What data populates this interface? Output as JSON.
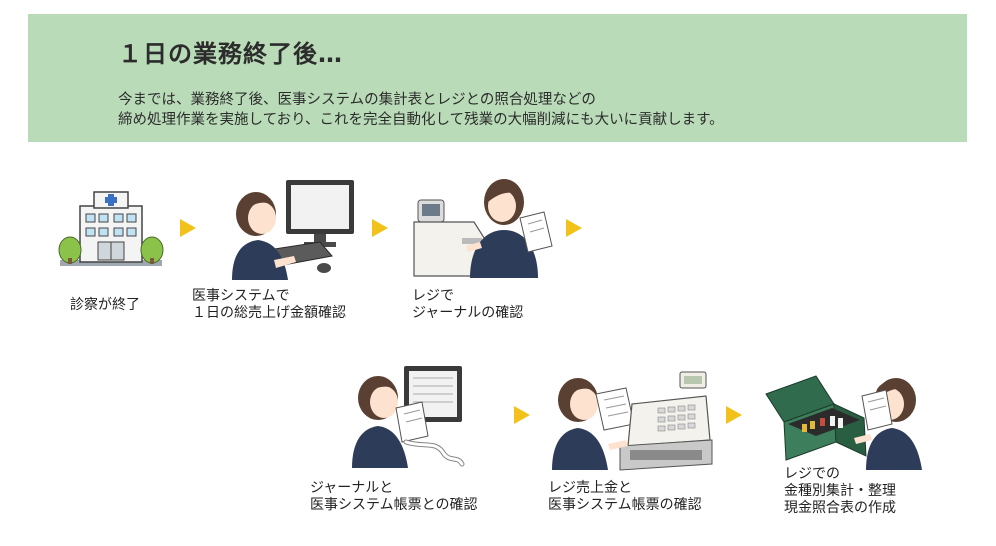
{
  "header": {
    "title": "１日の業務終了後…",
    "line1": "今までは、業務終了後、医事システムの集計表とレジとの照合処理などの",
    "line2": "締め処理作業を実施しており、これを完全自動化して残業の大幅削減にも大いに貢献します。"
  },
  "steps": [
    {
      "lines": [
        "診察が終了"
      ],
      "icon": "hospital-icon"
    },
    {
      "lines": [
        "医事システムで",
        "１日の総売上げ金額確認"
      ],
      "icon": "computer-worker-icon"
    },
    {
      "lines": [
        "レジで",
        "ジャーナルの確認"
      ],
      "icon": "register-journal-icon"
    },
    {
      "lines": [
        "ジャーナルと",
        "医事システム帳票との確認"
      ],
      "icon": "compare-report-icon"
    },
    {
      "lines": [
        "レジ売上金と",
        "医事システム帳票の確認"
      ],
      "icon": "cash-register-icon"
    },
    {
      "lines": [
        "レジでの",
        "金種別集計・整理",
        "現金照合表の作成"
      ],
      "icon": "cash-box-icon"
    }
  ],
  "colors": {
    "banner": "#b9dbb8",
    "arrow": "#f3c21a",
    "uniform": "#2d3c58",
    "hair": "#5a4032"
  }
}
